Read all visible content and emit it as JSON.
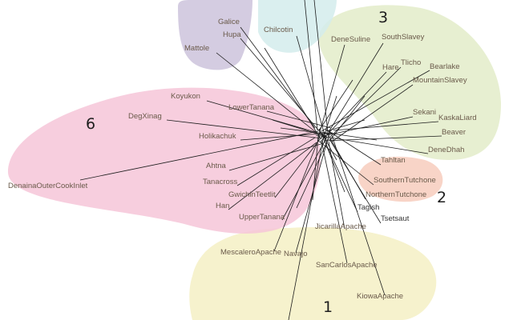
{
  "groups": [
    {
      "id": "1",
      "label": "1",
      "color": "#f5f0c4"
    },
    {
      "id": "2",
      "label": "2",
      "color": "#f7cdbd"
    },
    {
      "id": "3",
      "label": "3",
      "color": "#e3ecc9"
    },
    {
      "id": "6",
      "label": "6",
      "color": "#f6c5d8"
    },
    {
      "id": "purple",
      "label": "",
      "color": "#ccc3dc"
    },
    {
      "id": "cyan",
      "label": "",
      "color": "#d4ecec"
    }
  ],
  "languages": [
    {
      "key": "galice",
      "name": "Galice",
      "group": "purple"
    },
    {
      "key": "hupa",
      "name": "Hupa",
      "group": "purple"
    },
    {
      "key": "mattole",
      "name": "Mattole",
      "group": "purple"
    },
    {
      "key": "chilcotin",
      "name": "Chilcotin",
      "group": "cyan"
    },
    {
      "key": "denesuline",
      "name": "DeneSuline",
      "group": "3"
    },
    {
      "key": "southslavey",
      "name": "SouthSlavey",
      "group": "3"
    },
    {
      "key": "hare",
      "name": "Hare",
      "group": "3"
    },
    {
      "key": "tlicho",
      "name": "Tlicho",
      "group": "3"
    },
    {
      "key": "bearlake",
      "name": "Bearlake",
      "group": "3"
    },
    {
      "key": "mountainslavey",
      "name": "MountainSlavey",
      "group": "3"
    },
    {
      "key": "sekani",
      "name": "Sekani",
      "group": "3"
    },
    {
      "key": "kaskaliard",
      "name": "KaskaLiard",
      "group": "3"
    },
    {
      "key": "beaver",
      "name": "Beaver",
      "group": "3"
    },
    {
      "key": "denedhah",
      "name": "DeneDhah",
      "group": "3"
    },
    {
      "key": "tahltan",
      "name": "Tahltan",
      "group": "2"
    },
    {
      "key": "southerntutchone",
      "name": "SouthernTutchone",
      "group": "2"
    },
    {
      "key": "northerntutchone",
      "name": "NorthernTutchone",
      "group": "2"
    },
    {
      "key": "tagish",
      "name": "Tagish",
      "group": ""
    },
    {
      "key": "tsetsaut",
      "name": "Tsetsaut",
      "group": ""
    },
    {
      "key": "koyukon",
      "name": "Koyukon",
      "group": "6"
    },
    {
      "key": "lowertanana",
      "name": "LowerTanana",
      "group": "6"
    },
    {
      "key": "degxinag",
      "name": "DegXinag",
      "group": "6"
    },
    {
      "key": "holikachuk",
      "name": "Holikachuk",
      "group": "6"
    },
    {
      "key": "ahtna",
      "name": "Ahtna",
      "group": "6"
    },
    {
      "key": "tanacross",
      "name": "Tanacross",
      "group": "6"
    },
    {
      "key": "gwichinteetlit",
      "name": "GwichinTeetlit",
      "group": "6"
    },
    {
      "key": "han",
      "name": "Han",
      "group": "6"
    },
    {
      "key": "uppertanana",
      "name": "UpperTanana",
      "group": "6"
    },
    {
      "key": "denainaoutercookinlet",
      "name": "DenainaOuterCookInlet",
      "group": "6"
    },
    {
      "key": "jicarillaapache",
      "name": "JicarillaApache",
      "group": "1"
    },
    {
      "key": "mescaleroapache",
      "name": "MescaleroApache",
      "group": "1"
    },
    {
      "key": "navajo",
      "name": "Navajo",
      "group": "1"
    },
    {
      "key": "sancarlosapache",
      "name": "SanCarlosApache",
      "group": "1"
    },
    {
      "key": "kiowaapache",
      "name": "KiowaApache",
      "group": "1"
    }
  ]
}
